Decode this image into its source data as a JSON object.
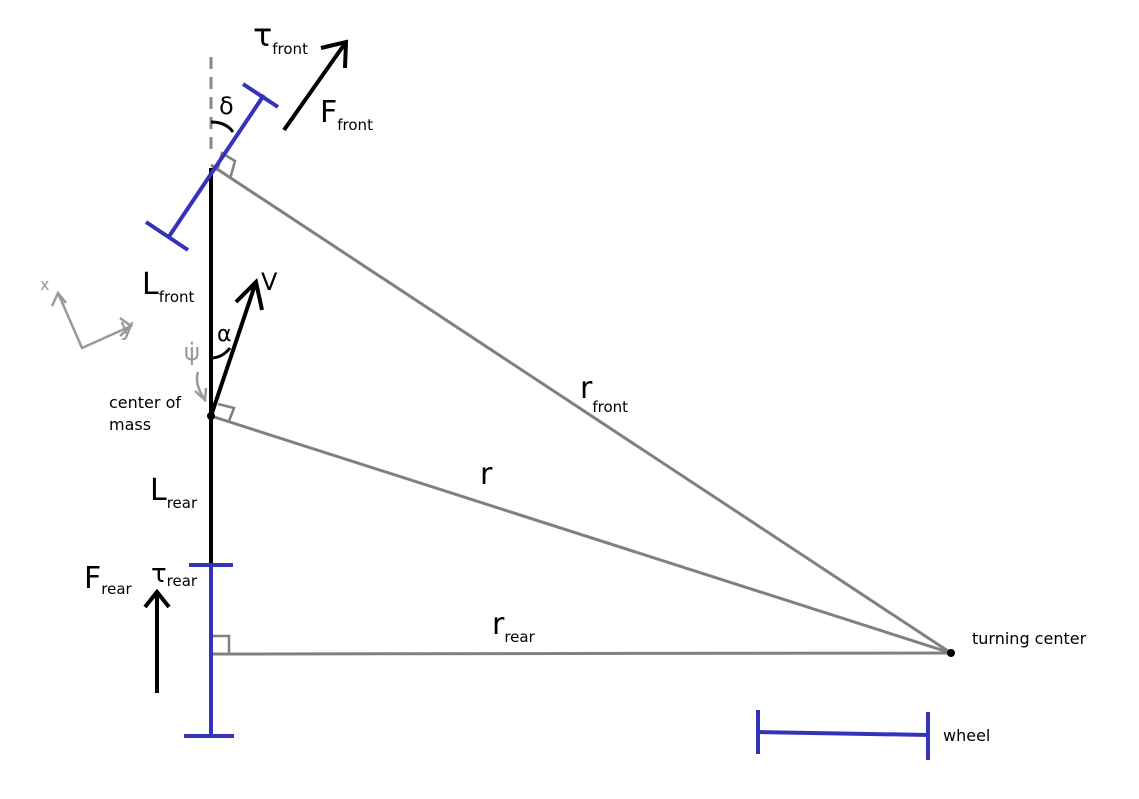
{
  "diagram": {
    "labels": {
      "tau_front_main": "τ",
      "tau_front_sub": "front",
      "f_front_main": "F",
      "f_front_sub": "front",
      "delta": "δ",
      "l_front_main": "L",
      "l_front_sub": "front",
      "axis_x": "x",
      "axis_y": "y",
      "psi_dot": "ψ̇",
      "alpha": "α",
      "v": "V",
      "center_of_mass_line1": "center of",
      "center_of_mass_line2": "mass",
      "r_front_main": "r",
      "r_front_sub": "front",
      "r": "r",
      "l_rear_main": "L",
      "l_rear_sub": "rear",
      "f_rear_main": "F",
      "f_rear_sub": "rear",
      "tau_rear_main": "τ",
      "tau_rear_sub": "rear",
      "r_rear_main": "r",
      "r_rear_sub": "rear",
      "turning_center": "turning center",
      "wheel": "wheel"
    },
    "colors": {
      "body": "#000000",
      "wheel": "#3333bb",
      "geometry": "#808080",
      "axes": "#999999"
    }
  }
}
